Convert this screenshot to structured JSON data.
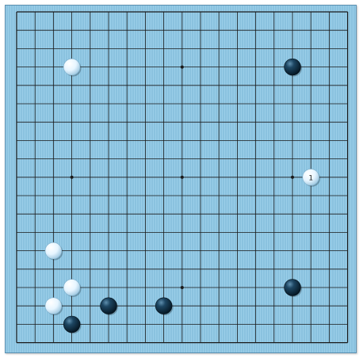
{
  "board": {
    "size": 19,
    "colors": {
      "board": "#8ec8e6",
      "lines": "#1a1a1a",
      "black_stone": "#0f2f45",
      "white_stone": "#e8f6ff"
    },
    "hoshi": [
      [
        3,
        3
      ],
      [
        9,
        3
      ],
      [
        15,
        3
      ],
      [
        3,
        9
      ],
      [
        9,
        9
      ],
      [
        15,
        9
      ],
      [
        3,
        15
      ],
      [
        9,
        15
      ],
      [
        15,
        15
      ]
    ],
    "stones": [
      {
        "color": "white",
        "col": 3,
        "row": 3
      },
      {
        "color": "black",
        "col": 15,
        "row": 3
      },
      {
        "color": "white",
        "col": 16,
        "row": 9,
        "label": "1"
      },
      {
        "color": "white",
        "col": 2,
        "row": 13
      },
      {
        "color": "black",
        "col": 15,
        "row": 15
      },
      {
        "color": "white",
        "col": 3,
        "row": 15
      },
      {
        "color": "white",
        "col": 2,
        "row": 16
      },
      {
        "color": "black",
        "col": 5,
        "row": 16
      },
      {
        "color": "black",
        "col": 8,
        "row": 16
      },
      {
        "color": "black",
        "col": 3,
        "row": 17
      }
    ]
  }
}
